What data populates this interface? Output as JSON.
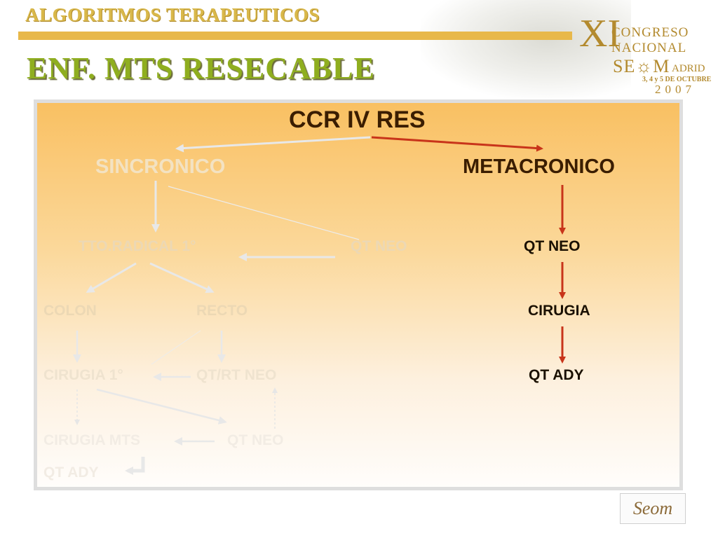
{
  "header": {
    "section_title": "ALGORITMOS TERAPEUTICOS",
    "slide_title": "ENF. MTS   RESECABLE"
  },
  "congress_logo": {
    "roman_numeral": "XI",
    "word1": "CONGRESO",
    "word2": "NACIONAL",
    "society": "SE",
    "society_end": "M",
    "city": "ADRID",
    "dates": "3, 4 y 5 DE OCTUBRE",
    "year": "2007"
  },
  "diagram": {
    "root": "CCR IV  RES",
    "branch_left": "SINCRONICO",
    "branch_right": "METACRONICO",
    "sincronico": {
      "tto_radical": "TTO.RADICAL 1°",
      "qt_neo": "QT NEO",
      "colon": "COLON",
      "recto": "RECTO",
      "cirugia_1": "CIRUGIA 1°",
      "qt_rt_neo": "QT/RT NEO",
      "cirugia_mts": "CIRUGIA MTS",
      "qt_neo_2": "QT NEO",
      "qt_ady": "QT ADY"
    },
    "metacronico": {
      "step1": "QT NEO",
      "step2": "CIRUGIA",
      "step3": "QT ADY"
    }
  },
  "footer_logo": {
    "text": "Seom"
  },
  "colors": {
    "accent_red": "#c8341a",
    "title_green": "#8fae1f",
    "header_gold": "#d9b84a"
  }
}
